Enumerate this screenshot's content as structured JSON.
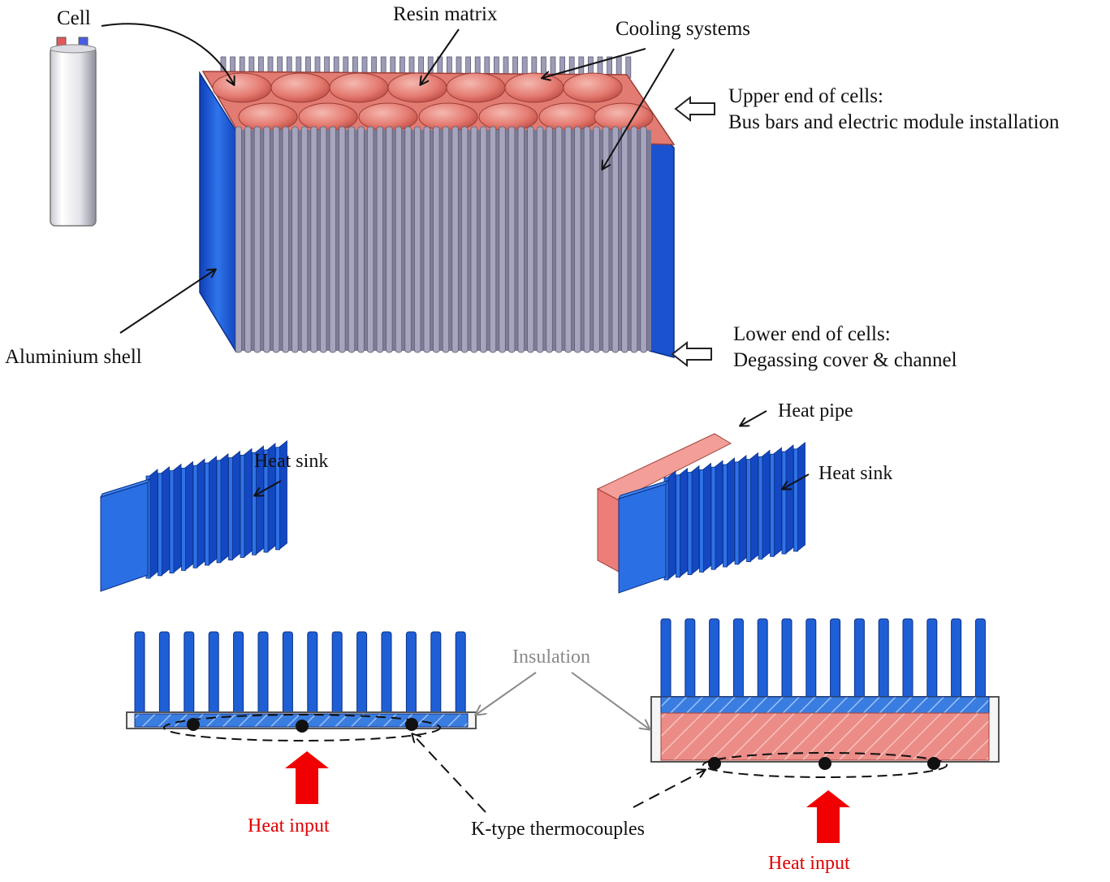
{
  "labels": {
    "cell": "Cell",
    "resin_matrix": "Resin matrix",
    "cooling_systems": "Cooling systems",
    "upper_end_line1": "Upper end of cells:",
    "upper_end_line2": "Bus bars and electric module installation",
    "lower_end_line1": "Lower end of cells:",
    "lower_end_line2": "Degassing cover & channel",
    "aluminium_shell": "Aluminium shell",
    "heat_sink_left": "Heat sink",
    "heat_pipe": "Heat pipe",
    "heat_sink_right": "Heat sink",
    "insulation": "Insulation",
    "heat_input_left": "Heat input",
    "heat_input_right": "Heat input",
    "thermocouples": "K-type thermocouples"
  },
  "colors": {
    "aluminium_blue": "#1f5fd6",
    "resin_red": "#e8736b",
    "fin_grey": "#8f8ea6",
    "heat_arrow_red": "#f00000",
    "heat_pipe_pink": "#ec7d78"
  }
}
